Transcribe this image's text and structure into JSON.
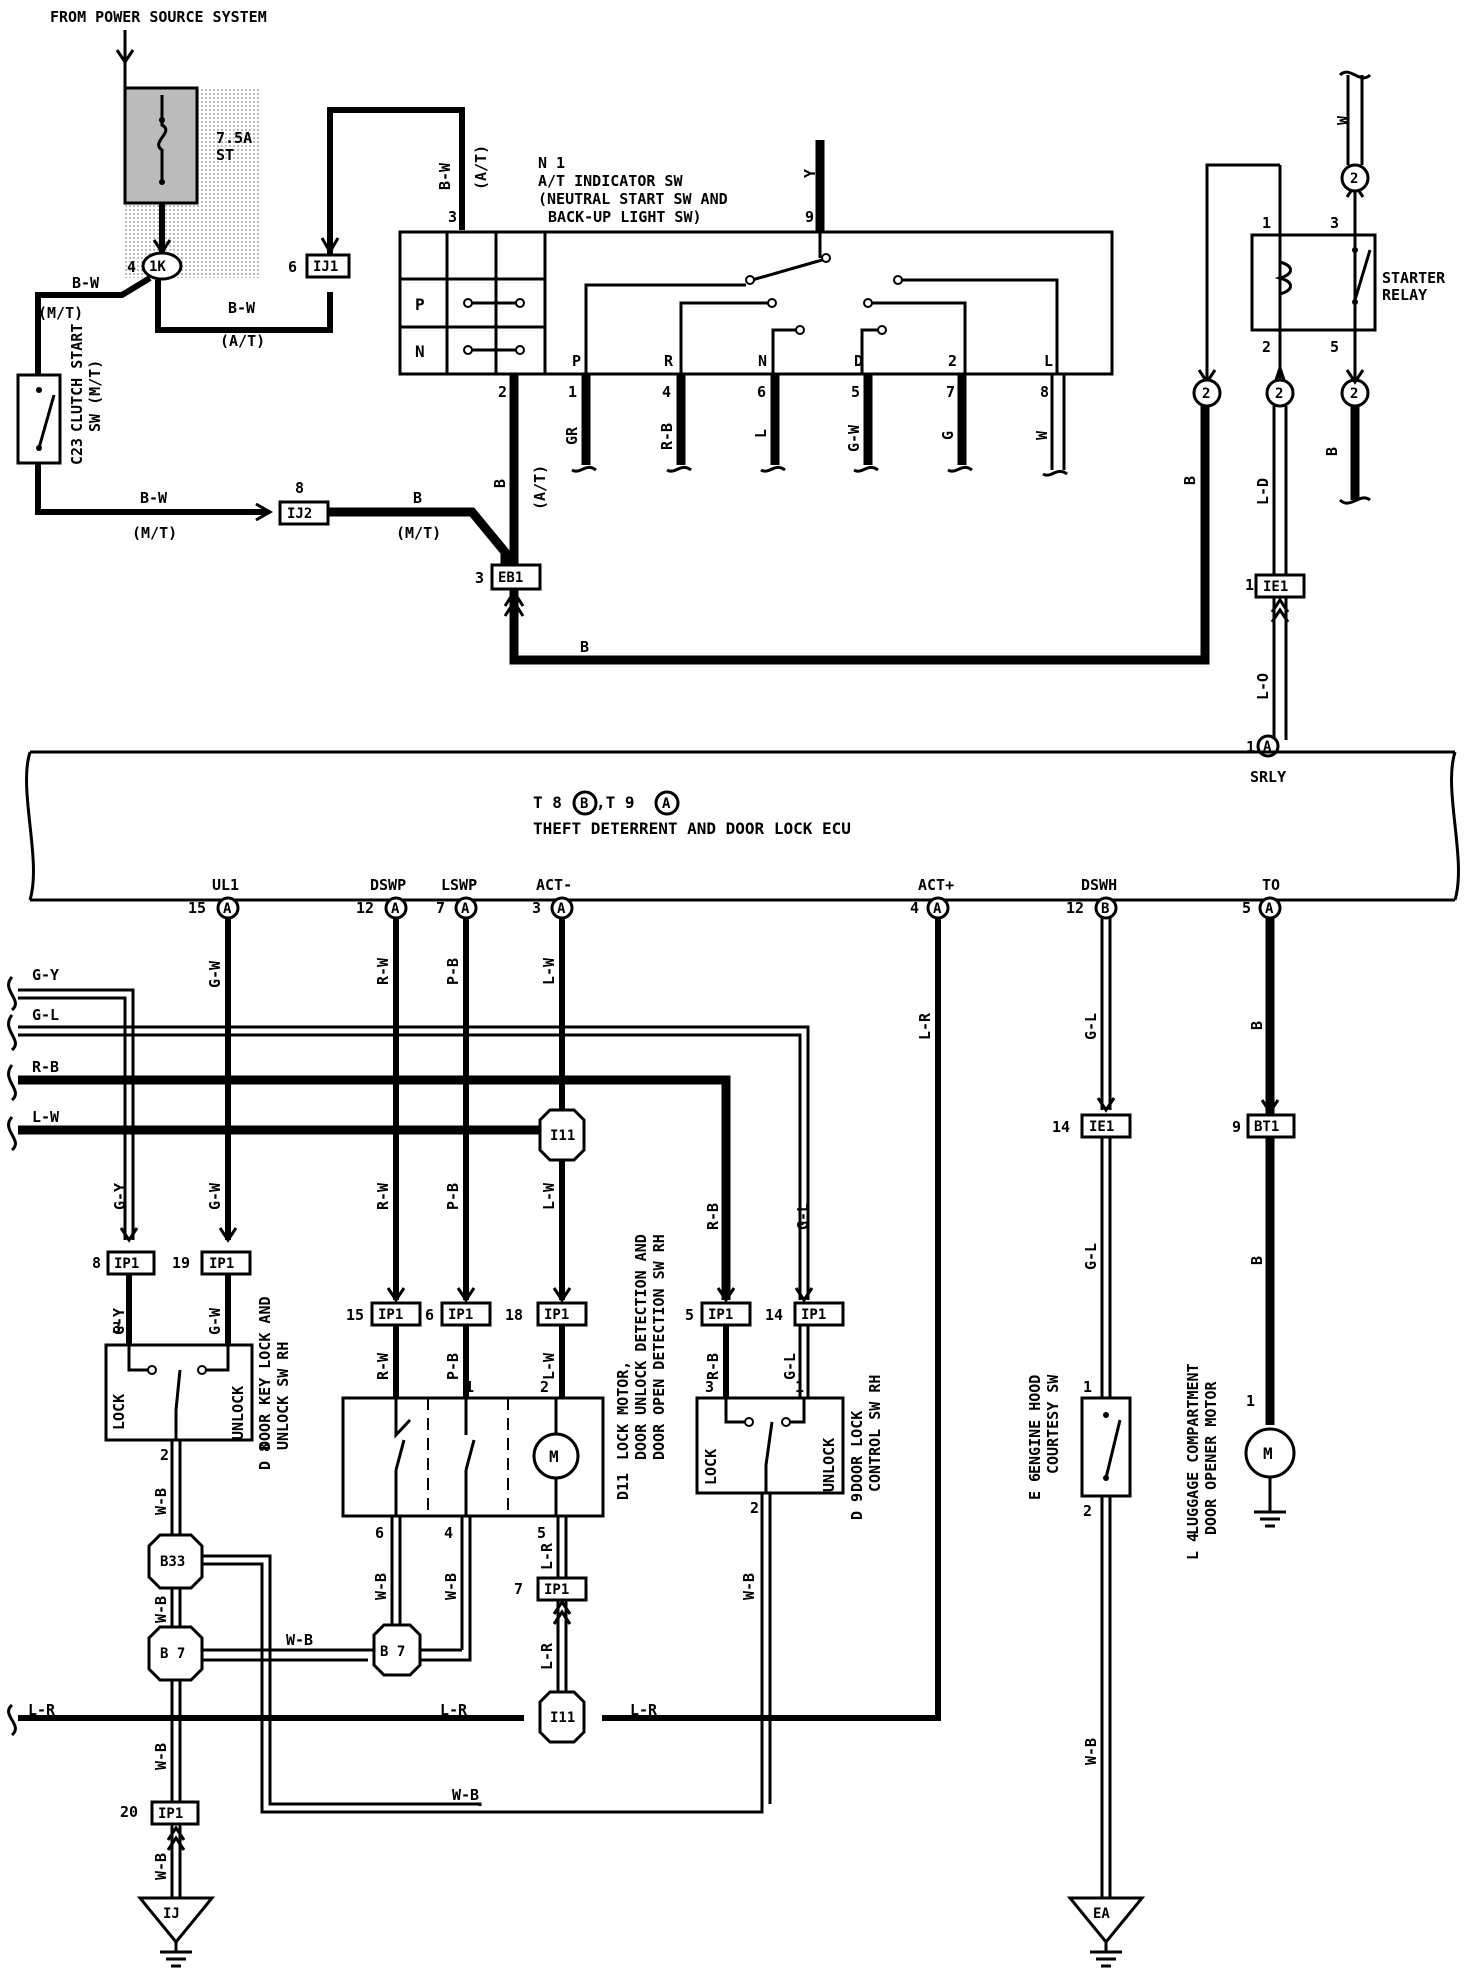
{
  "header": {
    "power_source": "FROM POWER SOURCE SYSTEM"
  },
  "fuse": {
    "rating": "7.5A",
    "name": "ST"
  },
  "connectors": {
    "c1K": "1K",
    "cIJ1": "IJ1",
    "cIJ2": "IJ2",
    "cEB1": "EB1",
    "cIE1a": "IE1",
    "cIE1b": "IE1",
    "cBT1": "BT1",
    "cIP1": "IP1",
    "cB33": "B33",
    "cB7": "B 7",
    "cI11": "I11",
    "cIJ": "IJ",
    "cEA": "EA"
  },
  "n1": {
    "id": "N 1",
    "line1": "A/T INDICATOR SW",
    "line2": "(NEUTRAL START SW AND",
    "line3": "BACK-UP LIGHT SW)",
    "row_p": "P",
    "row_n": "N",
    "positions": [
      "P",
      "R",
      "N",
      "D",
      "2",
      "L"
    ],
    "pins": [
      "1",
      "4",
      "6",
      "5",
      "7",
      "8"
    ],
    "wires": [
      "GR",
      "R-B",
      "L",
      "G-W",
      "G",
      "W"
    ]
  },
  "c23": {
    "id": "C23",
    "line1": "CLUTCH START",
    "line2": "SW (M/T)"
  },
  "relay": {
    "line1": "STARTER",
    "line2": "RELAY"
  },
  "ecu": {
    "line1": "T 8",
    "mid": ",T 9",
    "circB": "B",
    "circA": "A",
    "name": "THEFT DETERRENT AND DOOR LOCK ECU",
    "srly": "SRLY",
    "terminals": [
      "UL1",
      "DSWP",
      "LSWP",
      "ACT-",
      "ACT+",
      "DSWH",
      "TO"
    ]
  },
  "labels": {
    "bw": "B-W",
    "mt": "(M/T)",
    "at": "(A/T)",
    "b": "B",
    "y": "Y",
    "w": "W",
    "ld": "L-D",
    "lo": "L-O",
    "gy": "G-Y",
    "gl": "G-L",
    "rb": "R-B",
    "lw": "L-W",
    "gw": "G-W",
    "rw": "R-W",
    "pb": "P-B",
    "lr": "L-R",
    "wb": "W-B",
    "lock": "LOCK",
    "unlock": "UNLOCK",
    "m": "M"
  },
  "pin_numbers": {
    "p1": "1",
    "p2": "2",
    "p3": "3",
    "p4": "4",
    "p5": "5",
    "p6": "6",
    "p7": "7",
    "p8": "8",
    "p9": "9",
    "p12": "12",
    "p14": "14",
    "p15": "15",
    "p18": "18",
    "p19": "19",
    "p20": "20"
  },
  "components": {
    "d8": {
      "id": "D 8",
      "line1": "DOOR KEY LOCK AND",
      "line2": "UNLOCK SW RH"
    },
    "d11": {
      "id": "D11",
      "line1": "LOCK MOTOR,",
      "line2": "DOOR UNLOCK DETECTION AND",
      "line3": "DOOR OPEN DETECTION SW RH"
    },
    "d9": {
      "id": "D 9",
      "line1": "DOOR LOCK",
      "line2": "CONTROL SW RH"
    },
    "e6": {
      "id": "E 6",
      "line1": "ENGINE HOOD",
      "line2": "COURTESY SW"
    },
    "l4": {
      "id": "L 4",
      "line1": "LUGGAGE COMPARTMENT",
      "line2": "DOOR OPENER MOTOR"
    }
  },
  "chart_data": {
    "type": "wiring-diagram",
    "ecu": "T 8 (B), T 9 (A) THEFT DETERRENT AND DOOR LOCK ECU",
    "ecu_terminals": [
      {
        "name": "SRLY",
        "pin": "1",
        "conn": "A",
        "wire": "L-O"
      },
      {
        "name": "UL1",
        "pin": "15",
        "conn": "A",
        "wire": "G-W"
      },
      {
        "name": "DSWP",
        "pin": "12",
        "conn": "A",
        "wire": "R-W"
      },
      {
        "name": "LSWP",
        "pin": "7",
        "conn": "A",
        "wire": "P-B"
      },
      {
        "name": "ACT-",
        "pin": "3",
        "conn": "A",
        "wire": "L-W"
      },
      {
        "name": "ACT+",
        "pin": "4",
        "conn": "A",
        "wire": "L-R"
      },
      {
        "name": "DSWH",
        "pin": "12",
        "conn": "B",
        "wire": "G-L"
      },
      {
        "name": "TO",
        "pin": "5",
        "conn": "A",
        "wire": "B"
      }
    ]
  }
}
